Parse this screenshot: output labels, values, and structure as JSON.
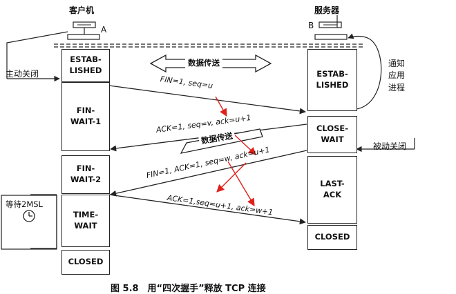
{
  "nodes": {
    "client": "客户机",
    "client_tag": "A",
    "server": "服务器",
    "server_tag": "B"
  },
  "client_states": [
    "ESTAB-\nLISHED",
    "FIN-\nWAIT-1",
    "FIN-\nWAIT-2",
    "TIME-\nWAIT",
    "CLOSED"
  ],
  "server_states": [
    "ESTAB-\nLISHED",
    "CLOSE-\nWAIT",
    "LAST-\nACK",
    "CLOSED"
  ],
  "labels": {
    "active_close": "主动关闭",
    "passive_close": "被动关闭",
    "notify_app": "通知\n应用\n进程",
    "data_transfer": "数据传送",
    "wait_2msl": "等待2MSL"
  },
  "messages": [
    "FIN=1, seq=u",
    "ACK=1, seq=v, ack=u+1",
    "FIN=1, ACK=1, seq=w, ack=u+1",
    "ACK=1,seq=u+1, ack=w+1"
  ],
  "caption": "图 5.8　用“四次握手”释放 TCP 连接",
  "colors": {
    "highlight": "#e0201a",
    "ink": "#222222"
  }
}
